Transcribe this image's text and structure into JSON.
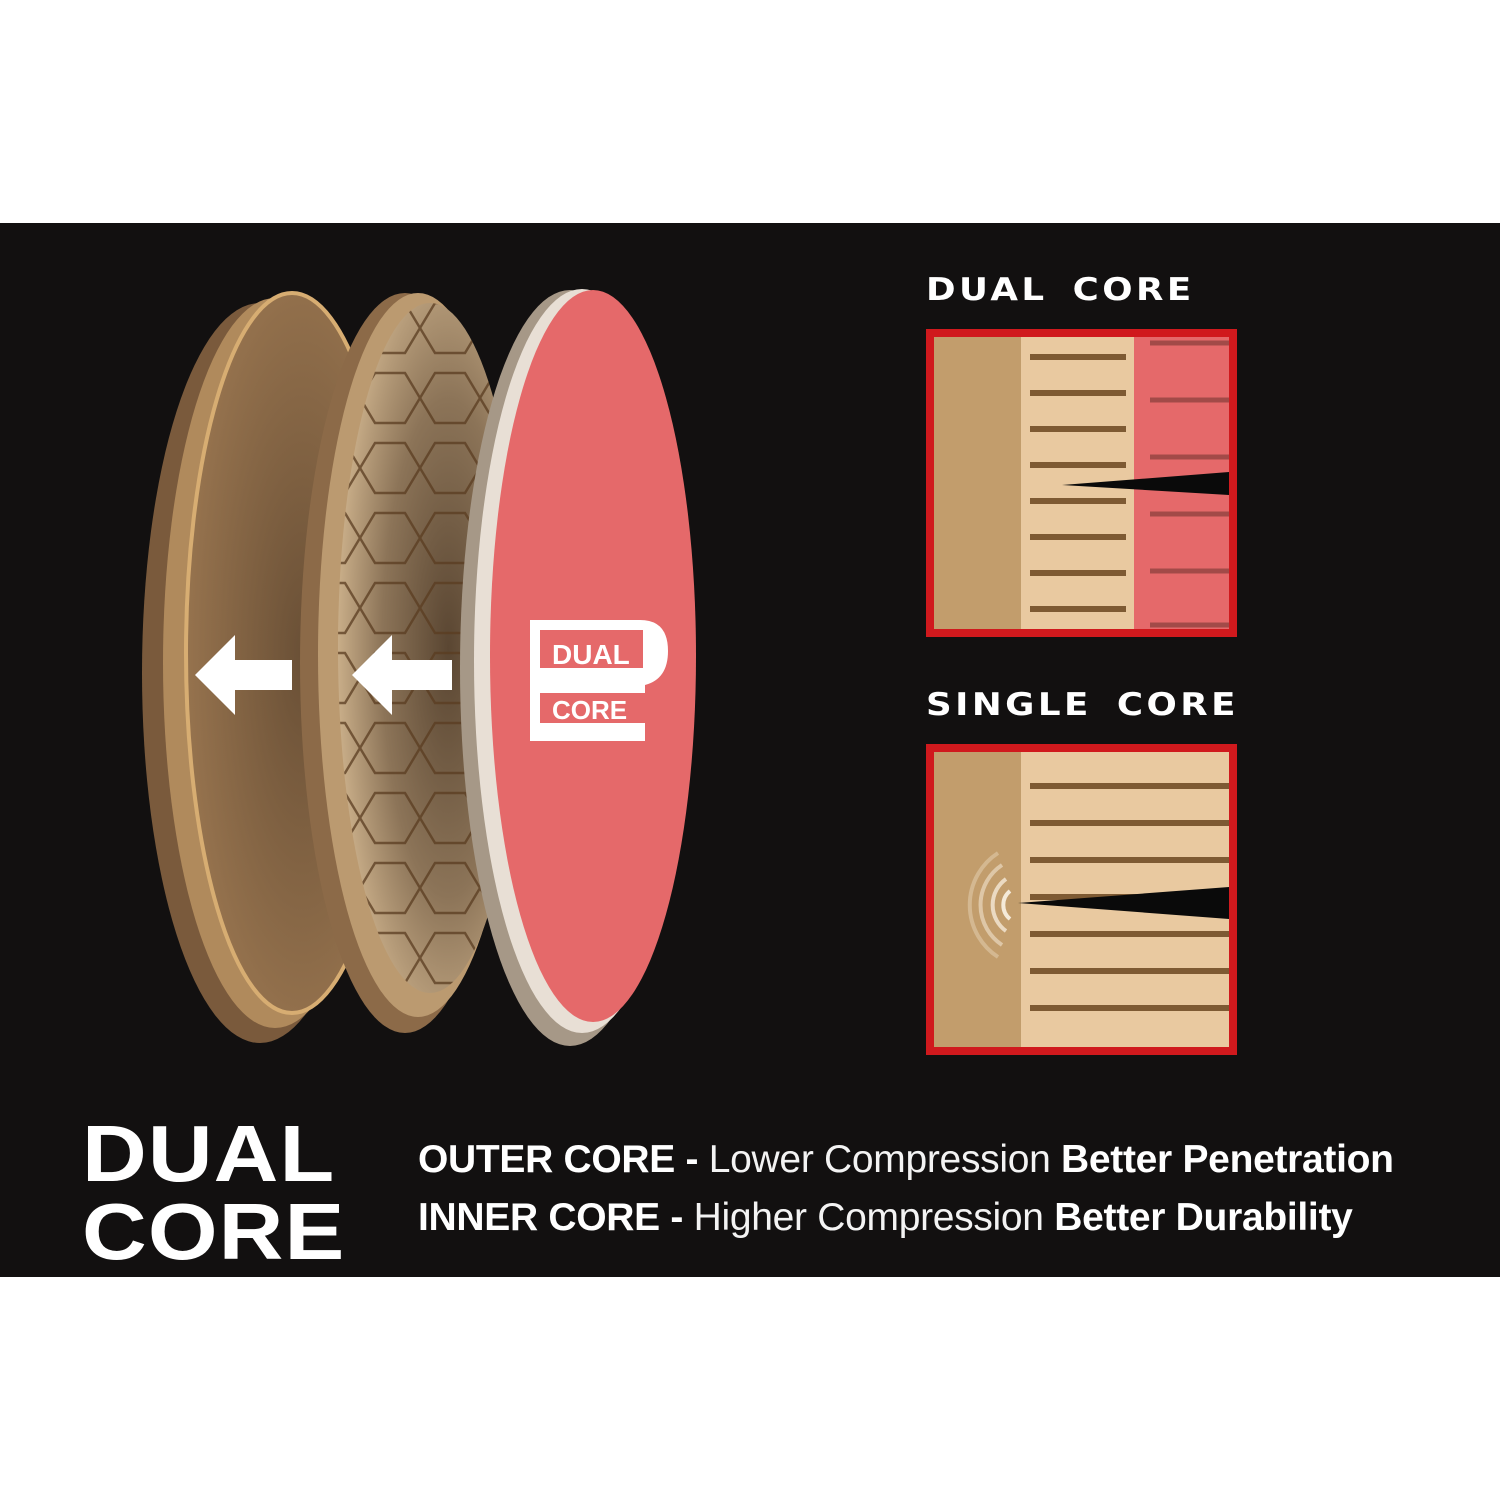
{
  "panels": {
    "dual": {
      "label": "DUAL CORE"
    },
    "single": {
      "label": "SINGLE CORE"
    }
  },
  "logo": {
    "line1": "DUAL",
    "line2": "CORE"
  },
  "title": {
    "line1": "DUAL",
    "line2": "CORE"
  },
  "lines": [
    {
      "name": "OUTER CORE",
      "sep": " - ",
      "desc": "Lower Compression ",
      "benefit": "Better Penetration"
    },
    {
      "name": "INNER CORE",
      "sep": " - ",
      "desc": "Higher Compression ",
      "benefit": "Better Durability"
    }
  ],
  "colors": {
    "background": "#121010",
    "red_border": "#d0191d",
    "pink": "#e5696a",
    "tan": "#c29d6c",
    "light_tan": "#e9c9a0",
    "stripe": "#7e5a33"
  },
  "icons": [
    "arrow-left-icon",
    "arrow-left-icon",
    "vibration-waves-icon",
    "dart-tip-icon"
  ]
}
